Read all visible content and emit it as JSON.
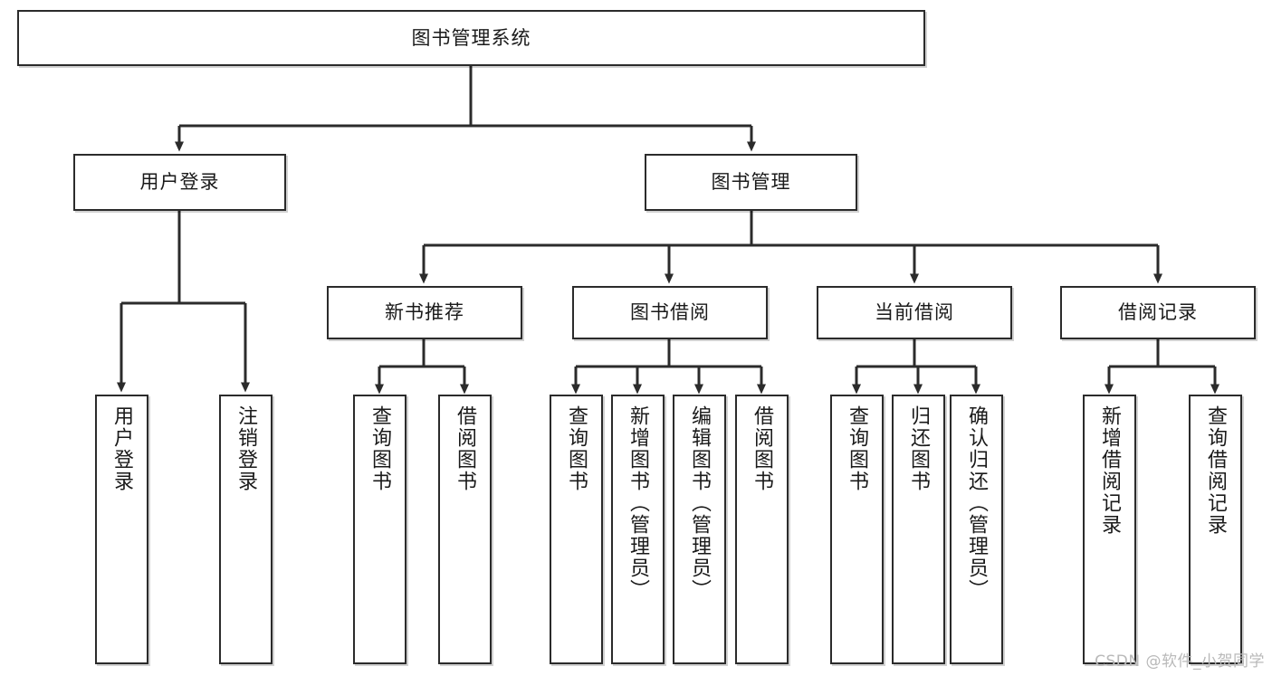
{
  "diagram": {
    "title": "图书管理系统",
    "watermark": "CSDN @软件_小贺同学",
    "line_color": "#2b2b2b",
    "box_fill": "#ffffff",
    "text_color": "#1a1a1a",
    "watermark_color": "#b9b9b9"
  },
  "nodes": {
    "root": {
      "label": "图书管理系统",
      "level": 1
    },
    "l2": [
      {
        "id": "user-login",
        "label": "用户登录",
        "level": 2
      },
      {
        "id": "book-manage",
        "label": "图书管理",
        "level": 2
      }
    ],
    "l3": [
      {
        "id": "new-book-recommend",
        "label": "新书推荐",
        "level": 3,
        "parent": "book-manage"
      },
      {
        "id": "book-borrow",
        "label": "图书借阅",
        "level": 3,
        "parent": "book-manage"
      },
      {
        "id": "current-borrow",
        "label": "当前借阅",
        "level": 3,
        "parent": "book-manage"
      },
      {
        "id": "borrow-record",
        "label": "借阅记录",
        "level": 3,
        "parent": "book-manage"
      }
    ],
    "leaves": [
      {
        "id": "leaf-user-login",
        "label": "用户登录",
        "parent": "user-login"
      },
      {
        "id": "leaf-logout-login",
        "label": "注销登录",
        "parent": "user-login"
      },
      {
        "id": "leaf-query-book-1",
        "label": "查询图书",
        "parent": "new-book-recommend"
      },
      {
        "id": "leaf-borrow-book-1",
        "label": "借阅图书",
        "parent": "new-book-recommend"
      },
      {
        "id": "leaf-query-book-2",
        "label": "查询图书",
        "parent": "book-borrow"
      },
      {
        "id": "leaf-add-book",
        "label": "新增图书（管理员）",
        "parent": "book-borrow"
      },
      {
        "id": "leaf-edit-book",
        "label": "编辑图书（管理员）",
        "parent": "book-borrow"
      },
      {
        "id": "leaf-borrow-book-2",
        "label": "借阅图书",
        "parent": "book-borrow"
      },
      {
        "id": "leaf-query-book-3",
        "label": "查询图书",
        "parent": "current-borrow"
      },
      {
        "id": "leaf-return-book",
        "label": "归还图书",
        "parent": "current-borrow"
      },
      {
        "id": "leaf-confirm-return",
        "label": "确认归还（管理员）",
        "parent": "current-borrow"
      },
      {
        "id": "leaf-add-record",
        "label": "新增借阅记录",
        "parent": "borrow-record"
      },
      {
        "id": "leaf-query-record",
        "label": "查询借阅记录",
        "parent": "borrow-record"
      }
    ]
  }
}
